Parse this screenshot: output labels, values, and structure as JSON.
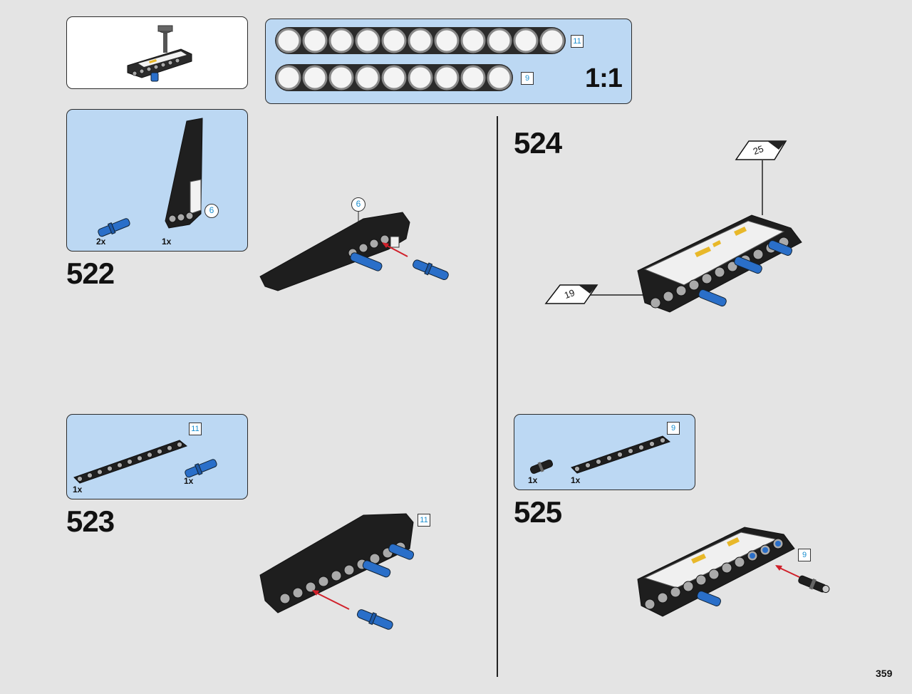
{
  "page": {
    "number": "359"
  },
  "scale_panel": {
    "scale": "1:1",
    "beams": [
      {
        "holes": 11,
        "length_label": "11"
      },
      {
        "holes": 9,
        "length_label": "9"
      }
    ]
  },
  "steps": [
    {
      "number": "522",
      "parts": [
        {
          "qty": "2x",
          "name": "blue-pin"
        },
        {
          "qty": "1x",
          "name": "black-panel",
          "length_label": "6"
        }
      ],
      "callout": "6"
    },
    {
      "number": "523",
      "parts": [
        {
          "qty": "1x",
          "name": "beam",
          "length_label": "11"
        },
        {
          "qty": "1x",
          "name": "blue-pin"
        }
      ],
      "callout": "11"
    },
    {
      "number": "524",
      "subassembly_refs": [
        "25",
        "19"
      ]
    },
    {
      "number": "525",
      "parts": [
        {
          "qty": "1x",
          "name": "black-pin"
        },
        {
          "qty": "1x",
          "name": "beam",
          "length_label": "9"
        }
      ],
      "callout": "9"
    }
  ],
  "colors": {
    "background": "#e4e4e4",
    "parts_panel": "#bcd8f3",
    "arrow": "#d0202a",
    "blue_pin": "#2a6fc9",
    "beam": "#222222"
  }
}
